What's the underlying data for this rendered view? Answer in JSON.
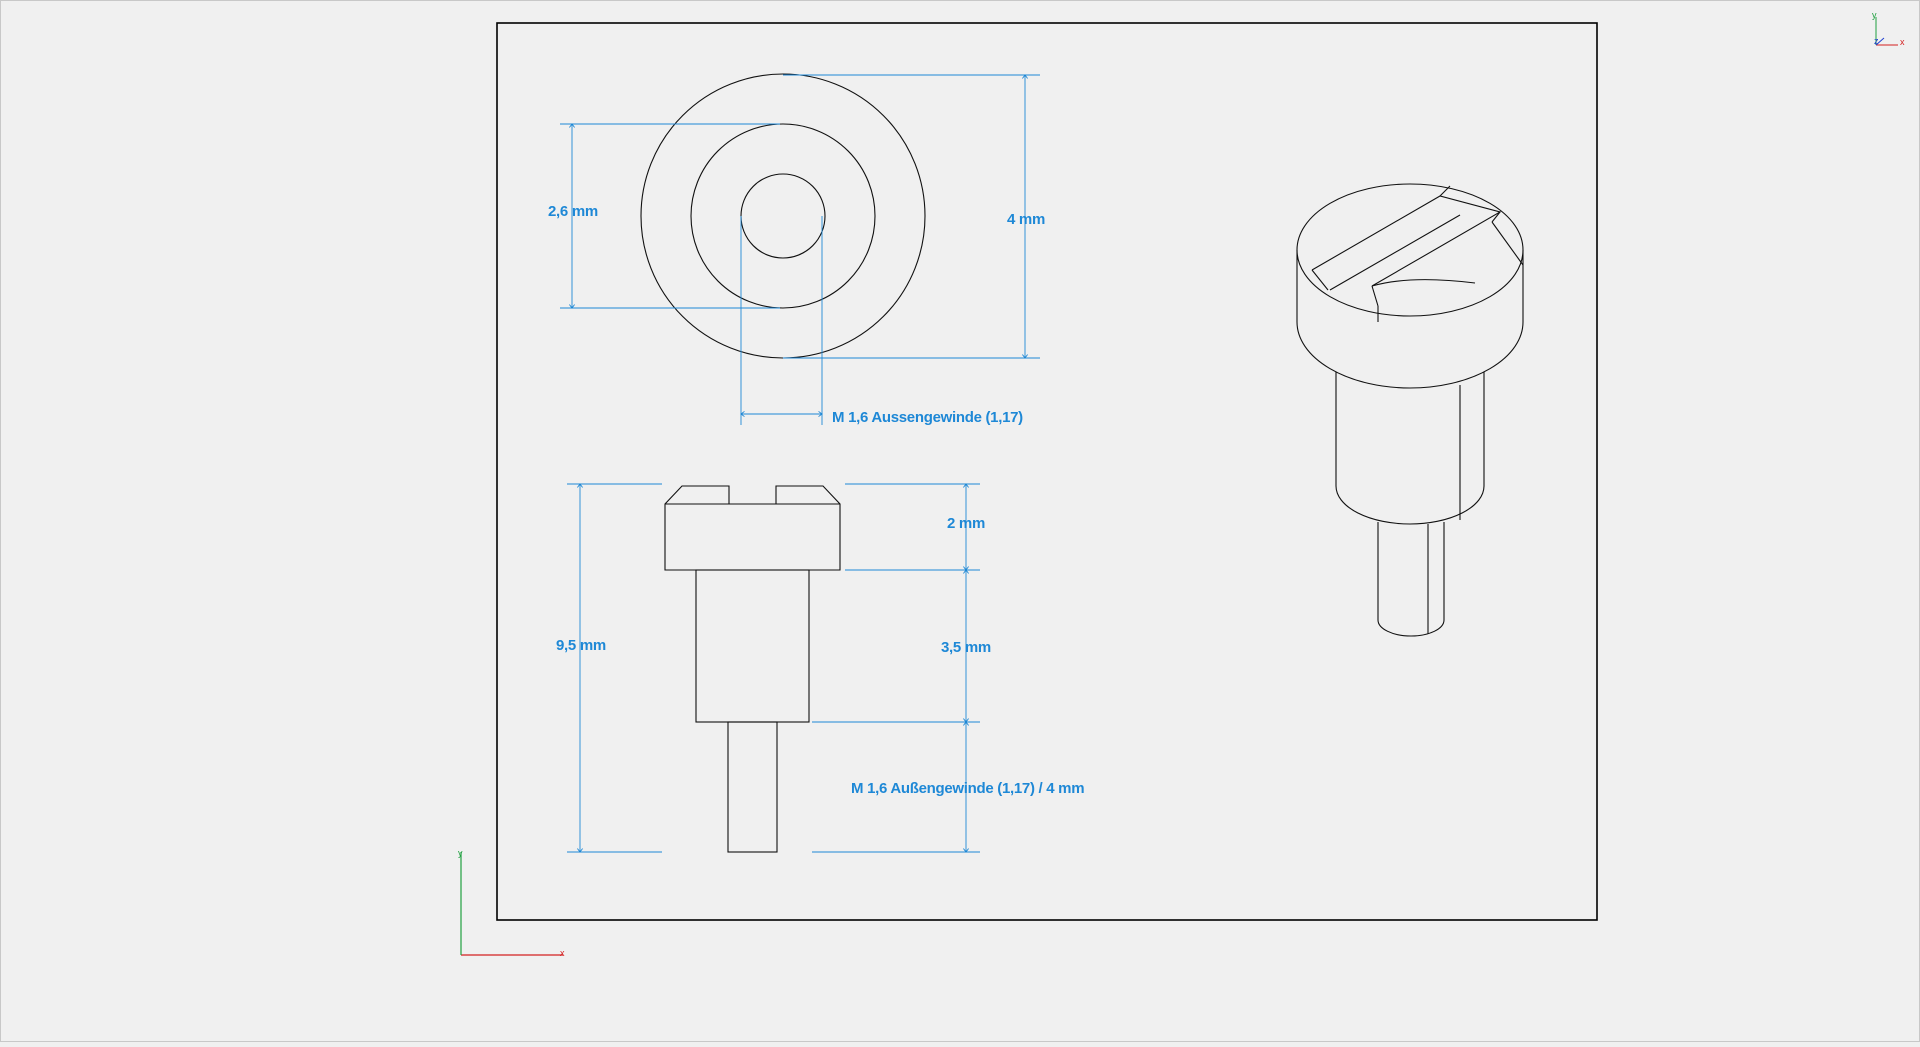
{
  "colors": {
    "background": "#f0f0f0",
    "sheet_border": "#000000",
    "geometry": "#111111",
    "dimension": "#1e88d6",
    "axis_x": "#d42020",
    "axis_y": "#20a040",
    "axis_z": "#2040d0"
  },
  "dimensions": {
    "top_view_inner_diameter": "2,6 mm",
    "top_view_outer_diameter": "4 mm",
    "top_view_thread": "M 1,6 Aussengewinde (1,17)",
    "side_view_head_height": "2 mm",
    "side_view_shank_length": "3,5 mm",
    "side_view_total_length": "9,5 mm",
    "side_view_thread": "M 1,6 Außengewinde (1,17) / 4 mm"
  },
  "axes": {
    "x_label": "x",
    "y_label": "y"
  },
  "icons": {
    "view_cube": "axis-triad-icon",
    "origin": "origin-axes-icon"
  }
}
